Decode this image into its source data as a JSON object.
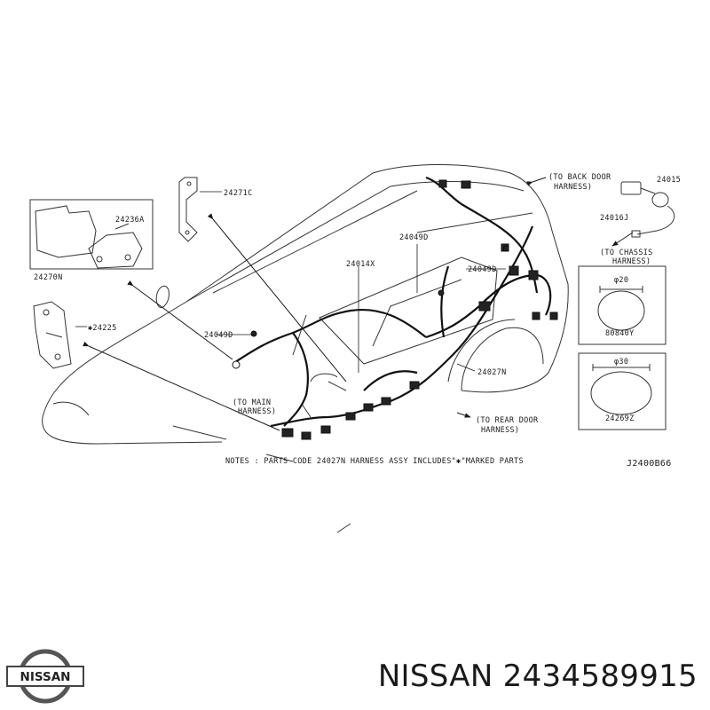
{
  "diagram": {
    "labels": {
      "p24271C": "24271C",
      "p24236A": "24236A",
      "p24270N": "24270N",
      "p24225": "✱24225",
      "p24049D_left": "24049D",
      "p24014X": "24014X",
      "p24049D_top": "24049D",
      "p24049D_right": "24049D",
      "p24027N": "24027N",
      "to_back_door_1": "(TO BACK DOOR",
      "to_back_door_2": "HARNESS)",
      "p24015": "24015",
      "p24016J": "24016J",
      "to_chassis_1": "(TO CHASSIS",
      "to_chassis_2": "HARNESS)",
      "dia20": "φ20",
      "p80840Y": "80840Y",
      "dia30": "φ30",
      "p24269Z": "24269Z",
      "to_main_1": "(TO MAIN",
      "to_main_2": "HARNESS)",
      "to_rear_door_1": "(TO REAR DOOR",
      "to_rear_door_2": "HARNESS)",
      "notes": "NOTES : PARTS CODE 24027N HARNESS ASSY INCLUDES\"✱\"MARKED PARTS",
      "diagram_code": "J2400B66"
    }
  },
  "footer": {
    "logo_text": "NISSAN",
    "title": "NISSAN 2434589915"
  }
}
